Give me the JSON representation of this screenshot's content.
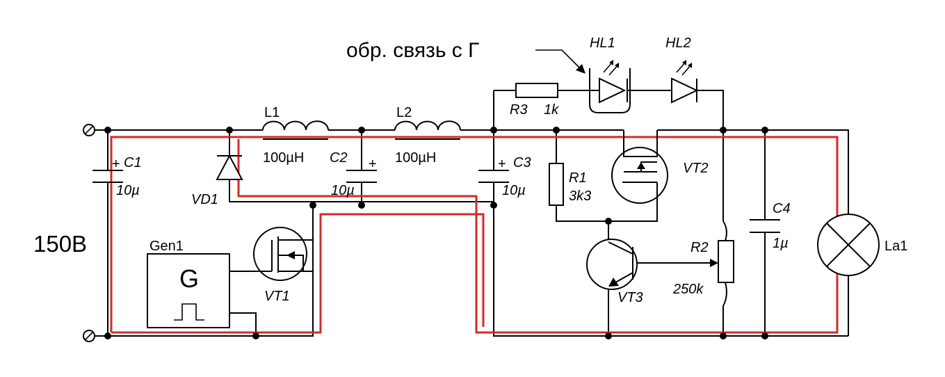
{
  "diagram": {
    "supply_label": "150В",
    "feedback_note": "обр. связь с Г",
    "generator": {
      "name": "Gen1",
      "symbol": "G"
    },
    "components": {
      "C1": {
        "name": "C1",
        "value": "10µ",
        "plus": "+"
      },
      "C2": {
        "name": "C2",
        "value": "10µ",
        "plus": "+"
      },
      "C3": {
        "name": "C3",
        "value": "10µ",
        "plus": "+"
      },
      "C4": {
        "name": "C4",
        "value": "1µ"
      },
      "L1": {
        "name": "L1",
        "value": "100µH"
      },
      "L2": {
        "name": "L2",
        "value": "100µH"
      },
      "VD1": {
        "name": "VD1"
      },
      "VT1": {
        "name": "VT1"
      },
      "VT2": {
        "name": "VT2"
      },
      "VT3": {
        "name": "VT3"
      },
      "R1": {
        "name": "R1",
        "value": "3k3"
      },
      "R2": {
        "name": "R2",
        "value": "250k"
      },
      "R3": {
        "name": "R3",
        "value": "1k"
      },
      "HL1": {
        "name": "HL1"
      },
      "HL2": {
        "name": "HL2"
      },
      "La1": {
        "name": "La1"
      }
    },
    "colors": {
      "wire": "#000000",
      "current_path": "#d42a2a",
      "background": "#ffffff"
    }
  }
}
